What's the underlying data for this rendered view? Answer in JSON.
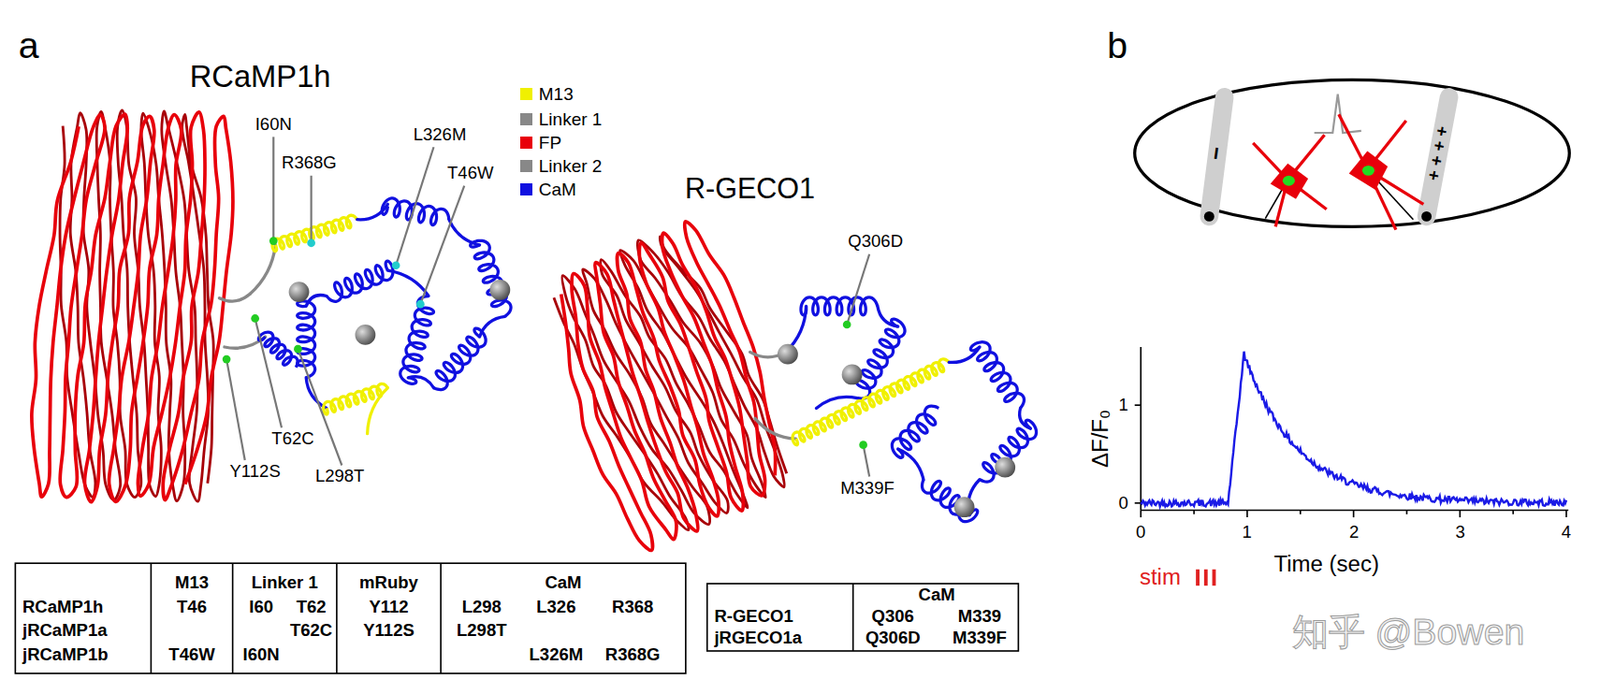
{
  "diagram": {
    "labels": [
      "a",
      "RCaMP1h",
      "I60N",
      "R368G",
      "L326M",
      "T46W",
      "Y112S",
      "T62C",
      "L298T",
      "R-GECO1",
      "Q306D",
      "M339F",
      "M13",
      "Linker 1",
      "mRuby",
      "CaM",
      "RCaMP1h",
      "T46",
      "I60",
      "T62",
      "Y112",
      "L298",
      "L326",
      "R368",
      "jRCaMP1a",
      "T62C",
      "Y112S",
      "L298T",
      "jRCaMP1b",
      "T46W",
      "I60N",
      "L326M",
      "R368G",
      "CaM",
      "R-GECO1",
      "Q306",
      "M339",
      "jRGECO1a",
      "Q306D",
      "M339F",
      "b",
      "−",
      "+ + + +",
      "ΔF/F₀",
      "1",
      "0",
      "0",
      "1",
      "2",
      "3",
      "4",
      "Time (sec)",
      "stim",
      "知乎 @Bowen"
    ],
    "legend": [
      {
        "text": "M13",
        "color": "#f0f000"
      },
      {
        "text": "Linker 1",
        "color": "#888888"
      },
      {
        "text": "FP",
        "color": "#e8000b"
      },
      {
        "text": "Linker 2",
        "color": "#888888"
      },
      {
        "text": "CaM",
        "color": "#1010e0"
      }
    ]
  }
}
